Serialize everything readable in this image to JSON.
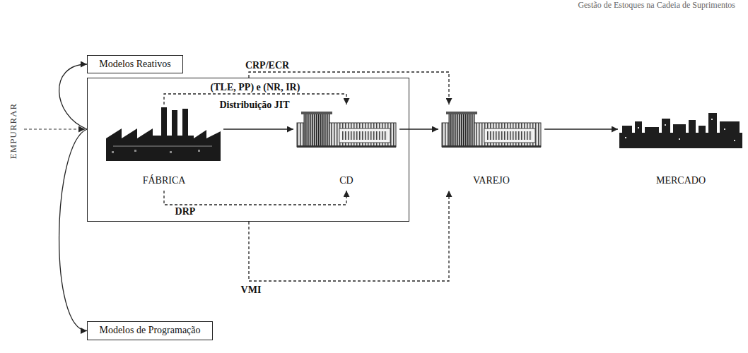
{
  "diagram": {
    "nodes": [
      {
        "text": [
          "Modelos Reativos"
        ]
      },
      {
        "text": []
      },
      {
        "text": [
          "FÁBRICA"
        ],
        "in": 1
      },
      {
        "text": [
          "CD"
        ],
        "in": 1
      },
      {
        "text": [
          "VAREJO"
        ]
      },
      {
        "text": [
          "MERCADO"
        ]
      },
      {
        "text": [
          "Modelos de Programação"
        ]
      }
    ],
    "edges": [
      {
        "from": 2,
        "to": 3,
        "arrow": "to"
      },
      {
        "from": 3,
        "to": 4,
        "arrow": "to"
      },
      {
        "from": 4,
        "to": 5,
        "arrow": "to"
      },
      {
        "from": 2,
        "to": 3,
        "label": "(TLE, PP) e (NR, IR)",
        "arrow": "to"
      },
      {
        "from": 2,
        "to": 3,
        "label": "DRP",
        "arrow": "to"
      },
      {
        "from": 1,
        "to": 4,
        "label": "CRP/ECR",
        "arrow": "to"
      },
      {
        "from": 1,
        "to": 4,
        "label": "VMI",
        "arrow": "to"
      },
      {
        "from": 1,
        "to": 0,
        "arrow": "to"
      },
      {
        "from": 1,
        "to": 6,
        "arrow": "to"
      }
    ],
    "labels": [
      "Gestão de Estoques na Cadeia de Suprimentos",
      "EMPURRAR",
      "Distribuição JIT"
    ]
  }
}
